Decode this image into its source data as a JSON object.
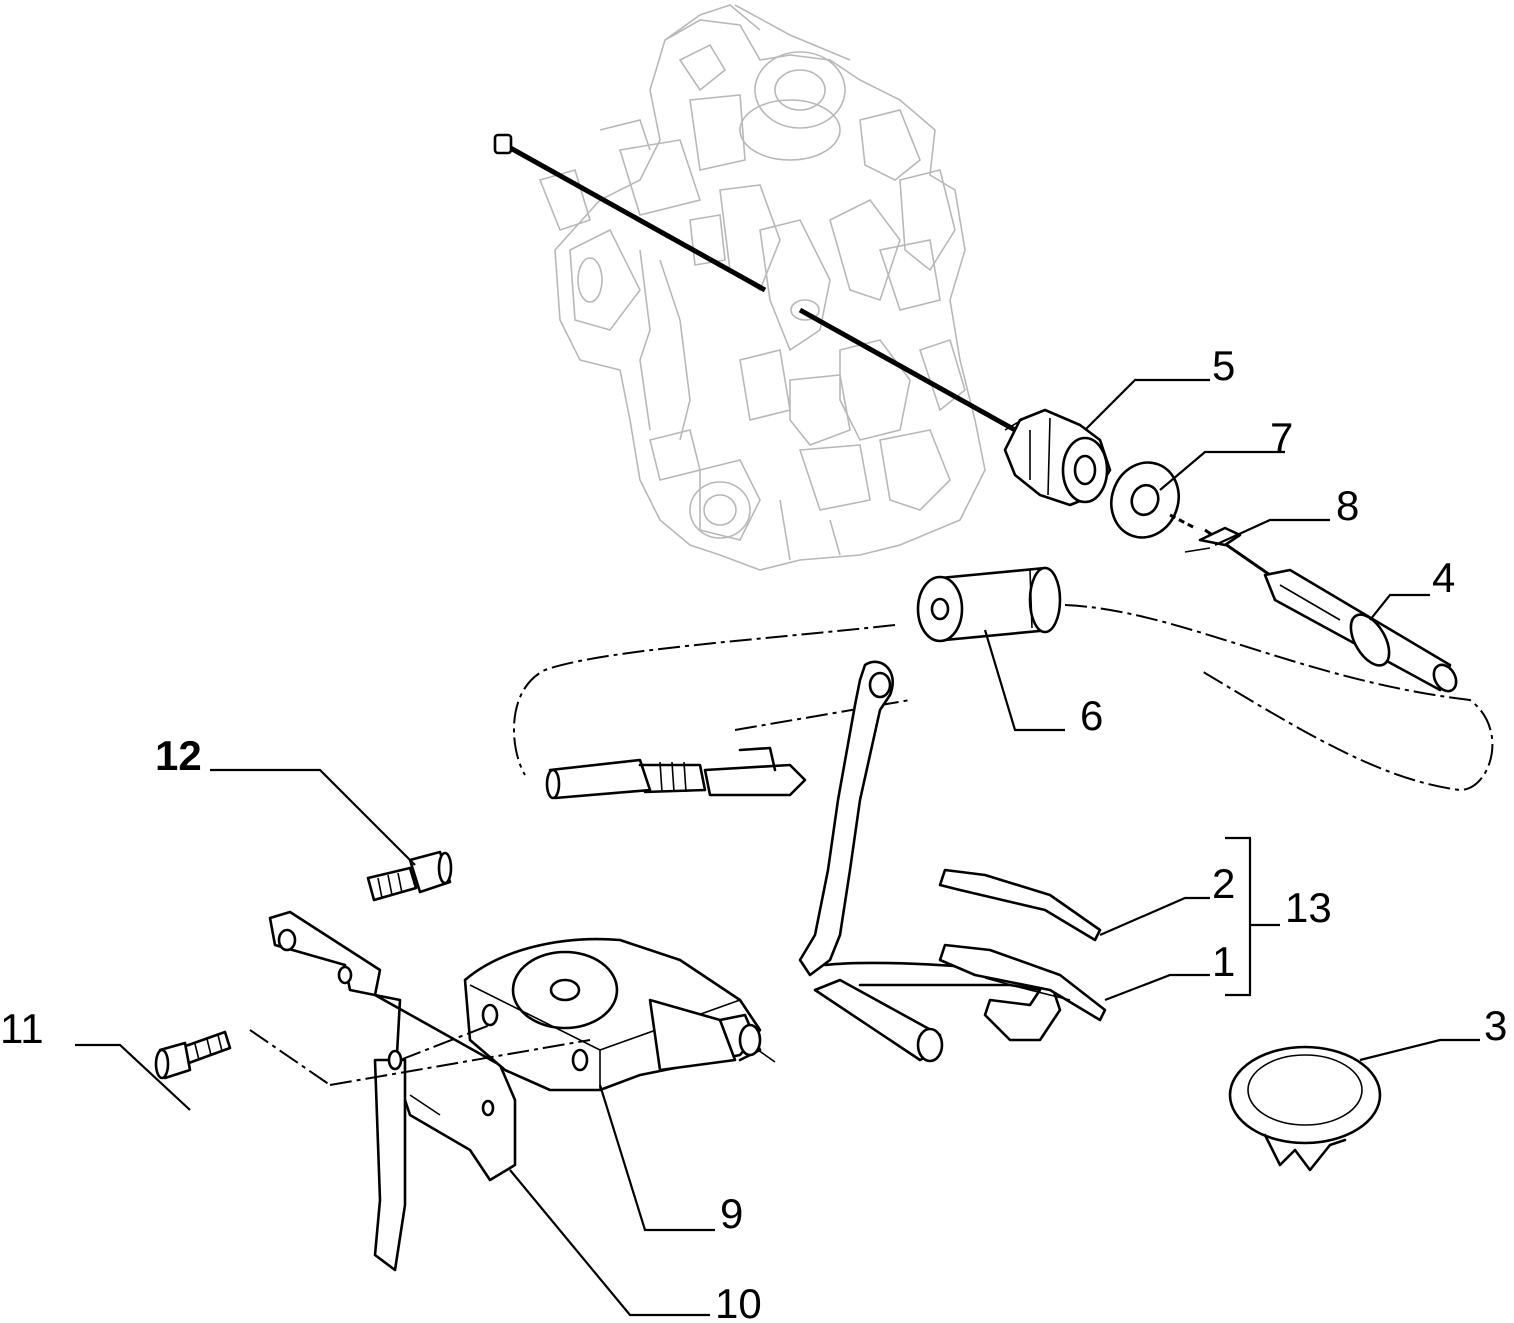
{
  "parts": [
    {
      "id": "p1",
      "label": "1"
    },
    {
      "id": "p2",
      "label": "2"
    },
    {
      "id": "p3",
      "label": "3"
    },
    {
      "id": "p4",
      "label": "4"
    },
    {
      "id": "p5",
      "label": "5"
    },
    {
      "id": "p6",
      "label": "6"
    },
    {
      "id": "p7",
      "label": "7"
    },
    {
      "id": "p8",
      "label": "8"
    },
    {
      "id": "p9",
      "label": "9"
    },
    {
      "id": "p10",
      "label": "10"
    },
    {
      "id": "p11",
      "label": "11"
    },
    {
      "id": "p12",
      "label": "12"
    },
    {
      "id": "p13",
      "label": "13"
    }
  ],
  "icons": {
    "engine": "engine-block-icon",
    "cable": "clutch-cable-icon",
    "bushing": "cable-grommet-icon",
    "washer": "washer-icon",
    "sleeve": "cable-sleeve-icon",
    "pedal": "clutch-pedal-icon",
    "pad": "pedal-pad-icon",
    "cap": "rubber-cap-icon",
    "bracket": "pedal-bracket-icon",
    "self_adjuster": "self-adjuster-icon",
    "bolt": "bolt-icon"
  }
}
